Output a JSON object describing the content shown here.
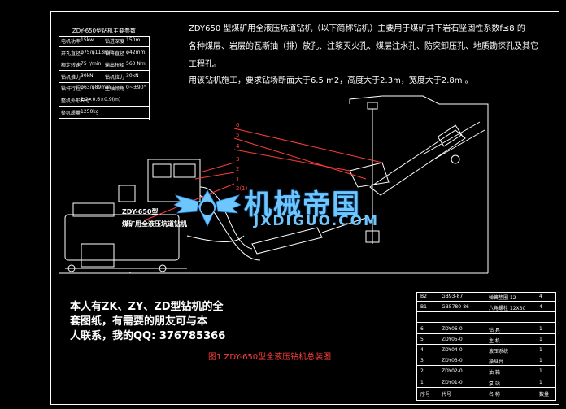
{
  "description": {
    "lines": [
      "ZDY650 型煤矿用全液压坑道钻机（以下简称钻机）主要用于煤矿井下岩石坚固性系数f≤8 的",
      "各种煤层、岩层的瓦斯抽（排）放孔、注浆灭火孔、煤层注水孔、防突卸压孔、地质勘探孔及其它",
      "工程孔。",
      "用该钻机施工，要求钻场断面大于6.5 m2，高度大于2.3m，宽度大于2.8m 。"
    ]
  },
  "spec_table": {
    "title": "ZDY-650型钻机主要参数",
    "rows": [
      [
        "电机功率",
        "15kw",
        "钻进深度",
        "150m"
      ],
      [
        "开孔直径",
        "φ75/φ113mm",
        "钻杆直径",
        "φ42mm"
      ],
      [
        "额定转速",
        "75 r/min",
        "输出扭矩",
        "560 Nm"
      ],
      [
        "钻机推力",
        "30kN",
        "钻机拉力",
        "30kN"
      ],
      [
        "钻杆行程",
        "φ63/φ89mm",
        "主轴倾角",
        "0~±90°"
      ],
      [
        "整机外形尺寸",
        "2.2×0.6×0.9(m)",
        "",
        ""
      ],
      [
        "整机质量",
        "1250kg",
        "",
        ""
      ]
    ]
  },
  "machine_labels": {
    "model": "ZDY-650型",
    "name": "煤矿用全液压坑道钻机"
  },
  "callouts": [
    "6",
    "5",
    "4",
    "3",
    "2",
    "1"
  ],
  "callout_bottom": "2(1)",
  "watermark": {
    "main": "机械帝国",
    "sub": "JXDIGUO.COM"
  },
  "owner_note": {
    "lines": [
      "本人有ZK、ZY、ZD型钻机的全",
      "套图纸，有需要的朋友可与本",
      "人联系，我的QQ: 376785366"
    ]
  },
  "caption": "图1  ZDY-650型全液压钻机总装图",
  "parts_table": {
    "rows": [
      [
        "B2",
        "GB93-87",
        "弹簧垫圈 12",
        "4"
      ],
      [
        "B1",
        "GB5780-86",
        "六角螺栓 12X30",
        "4"
      ],
      [
        "",
        "",
        "",
        ""
      ],
      [
        "6",
        "ZDY06-0",
        "钻 具",
        "1"
      ],
      [
        "5",
        "ZDY05-0",
        "主 机",
        "1"
      ],
      [
        "4",
        "ZDY04-0",
        "液压系统",
        "1"
      ],
      [
        "3",
        "ZDY03-0",
        "操纵台",
        "1"
      ],
      [
        "2",
        "ZDY02-0",
        "油 箱",
        "1"
      ],
      [
        "1",
        "ZDY01-0",
        "泵 站",
        "1"
      ],
      [
        "序号",
        "代号",
        "名 称",
        "数量"
      ]
    ]
  },
  "colors": {
    "background": "#000000",
    "line": "#ffffff",
    "accent_red": "#ff3d3d",
    "watermark": "#6ec6ff"
  }
}
